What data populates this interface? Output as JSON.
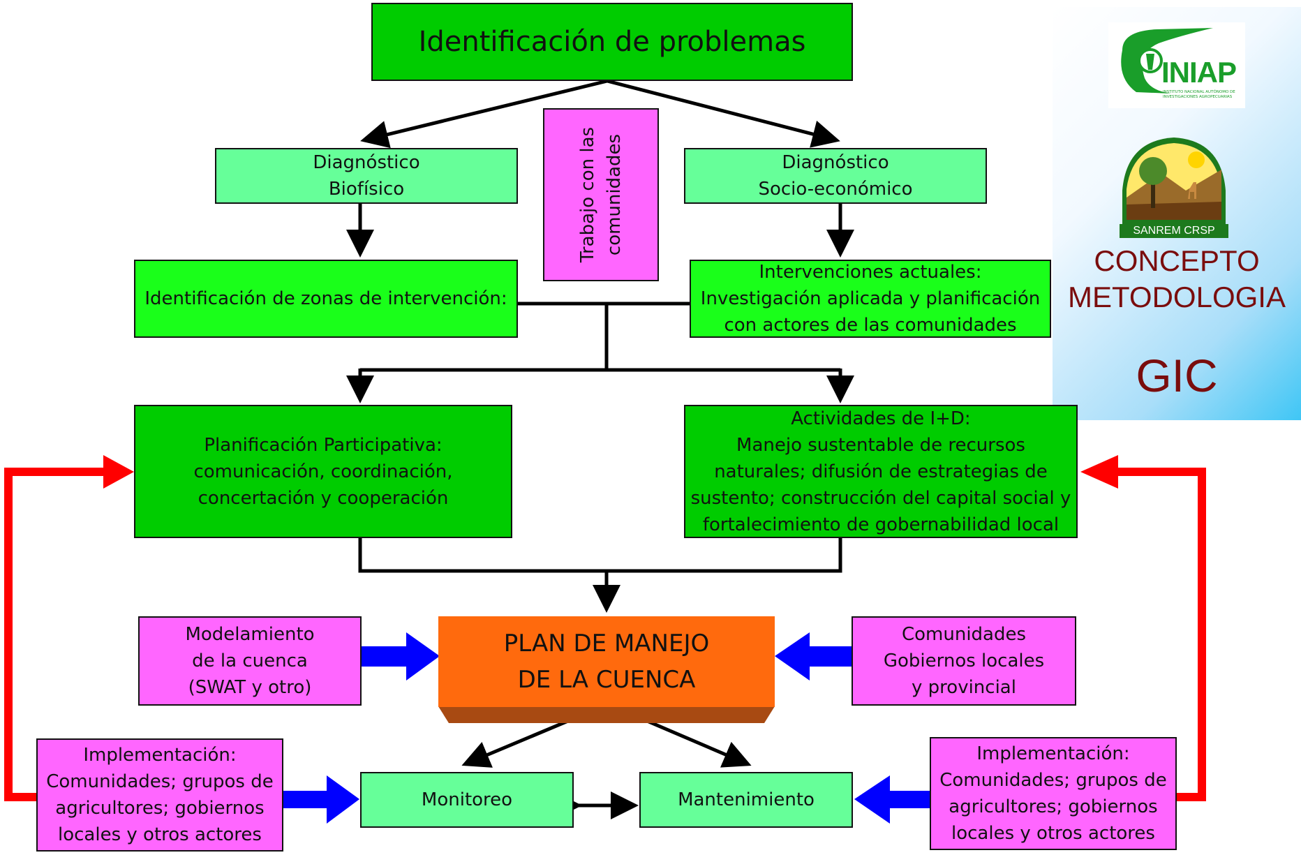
{
  "top": {
    "title": "Identificación de problemas"
  },
  "sidebar": {
    "logo1": {
      "text": "INIAP",
      "subtitle": "INSTITUTO NACIONAL AUTÓNOMO DE\nINVESTIGACIONES AGROPECUARIAS",
      "color": "#1a9e2a"
    },
    "logo2": {
      "text": "SANREM CRSP"
    },
    "line1": "CONCEPTO",
    "line2": "METODOLOGIA",
    "line3": "GIC",
    "text_color": "#7a0d0d"
  },
  "nodes": {
    "diag_bio": "Diagnóstico\nBiofísico",
    "trabajo": "Trabajo con las\ncomunidades",
    "diag_socio": "Diagnóstico\nSocio-económico",
    "zonas": "Identificación de zonas de intervención:",
    "intervenciones": "Intervenciones actuales:\nInvestigación aplicada y planificación\ncon actores de las comunidades",
    "planificacion": "Planificación Participativa:\ncomunicación, coordinación,\nconcertación y cooperación",
    "actividades": "Actividades de I+D:\nManejo sustentable de recursos\nnaturales; difusión de estrategias de\nsustento; construcción del capital social y\nfortalecimiento de gobernabilidad local",
    "modelamiento": "Modelamiento\nde la cuenca\n(SWAT y otro)",
    "plan": "PLAN DE MANEJO\nDE LA CUENCA",
    "comunidades": "Comunidades\nGobiernos locales\ny provincial",
    "impl_left": "Implementación:\nComunidades; grupos de\nagricultores; gobiernos\nlocales y otros actores",
    "monitoreo": "Monitoreo",
    "mantenimiento": "Mantenimiento",
    "impl_right": "Implementación:\nComunidades; grupos de\nagricultores; gobiernos\nlocales y otros actores"
  },
  "colors": {
    "dark_green": "#00cc00",
    "light_green": "#1aff1a",
    "mint": "#66ff99",
    "pink": "#ff66ff",
    "orange": "#ff6a0d",
    "red_arrow": "#ff0000",
    "blue_arrow": "#0000ff"
  }
}
